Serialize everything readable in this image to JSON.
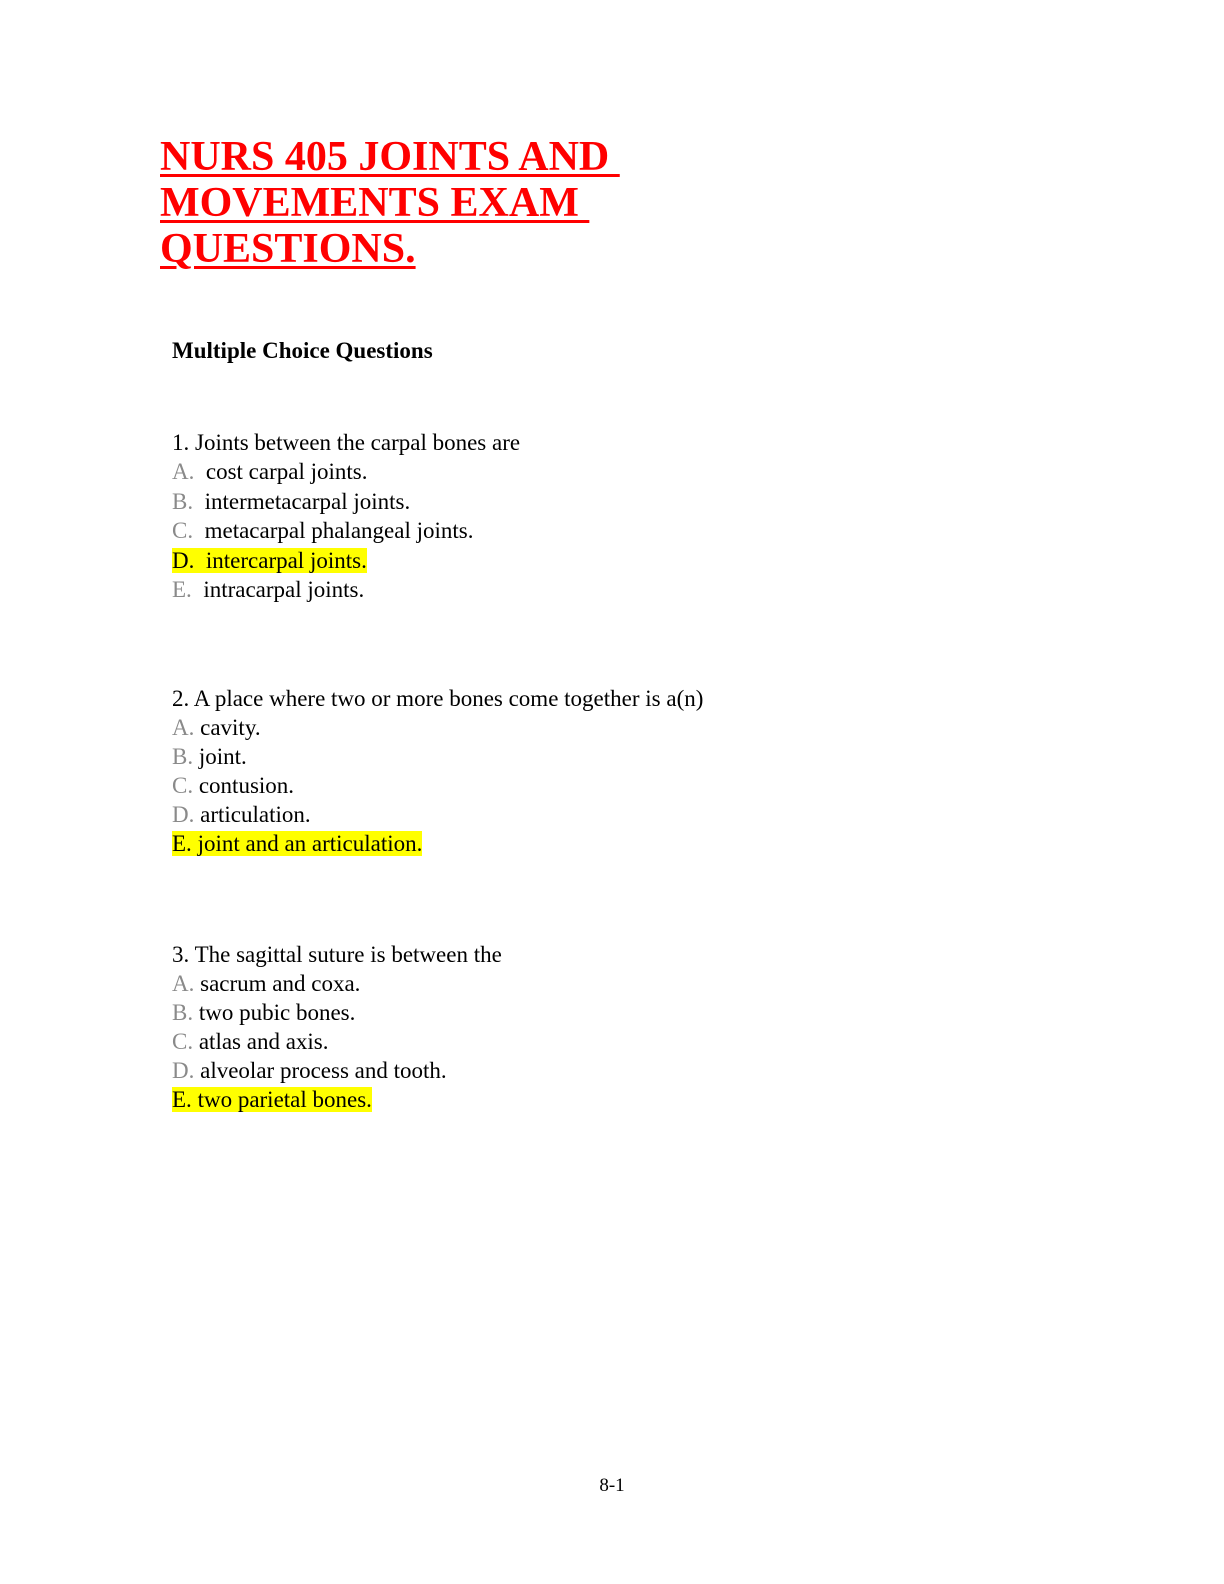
{
  "document": {
    "title_lines": [
      "NURS 405 JOINTS AND ",
      "MOVEMENTS EXAM ",
      "QUESTIONS."
    ],
    "section_heading": "Multiple Choice Questions",
    "page_number": "8-1"
  },
  "questions": [
    {
      "stem": "1.  Joints between the carpal bones are",
      "options": [
        {
          "letter": "A.",
          "text": "cost carpal joints.",
          "highlighted": false
        },
        {
          "letter": "B.",
          "text": "intermetacarpal joints.",
          "highlighted": false
        },
        {
          "letter": "C.",
          "text": "metacarpal phalangeal joints.",
          "highlighted": false
        },
        {
          "letter": "D.",
          "text": "intercarpal joints.",
          "highlighted": true
        },
        {
          "letter": "E.",
          "text": "intracarpal joints.",
          "highlighted": false
        }
      ]
    },
    {
      "stem": "2. A place where two or more bones come together is a(n)",
      "options": [
        {
          "letter": "A.",
          "text": "cavity.",
          "highlighted": false
        },
        {
          "letter": "B.",
          "text": "joint.",
          "highlighted": false
        },
        {
          "letter": "C.",
          "text": "contusion.",
          "highlighted": false
        },
        {
          "letter": "D.",
          "text": "articulation.",
          "highlighted": false
        },
        {
          "letter": "E.",
          "text": "joint and an articulation.",
          "highlighted": true
        }
      ]
    },
    {
      "stem": "3. The sagittal suture is between the",
      "options": [
        {
          "letter": "A.",
          "text": "sacrum and coxa.",
          "highlighted": false
        },
        {
          "letter": "B.",
          "text": "two pubic bones.",
          "highlighted": false
        },
        {
          "letter": "C.",
          "text": "atlas and axis.",
          "highlighted": false
        },
        {
          "letter": "D.",
          "text": "alveolar process and tooth.",
          "highlighted": false
        },
        {
          "letter": "E.",
          "text": "two parietal bones.",
          "highlighted": true
        }
      ]
    }
  ],
  "colors": {
    "title": "#ff0000",
    "highlight": "#ffff00",
    "option_letter": "#8a8a8a"
  }
}
